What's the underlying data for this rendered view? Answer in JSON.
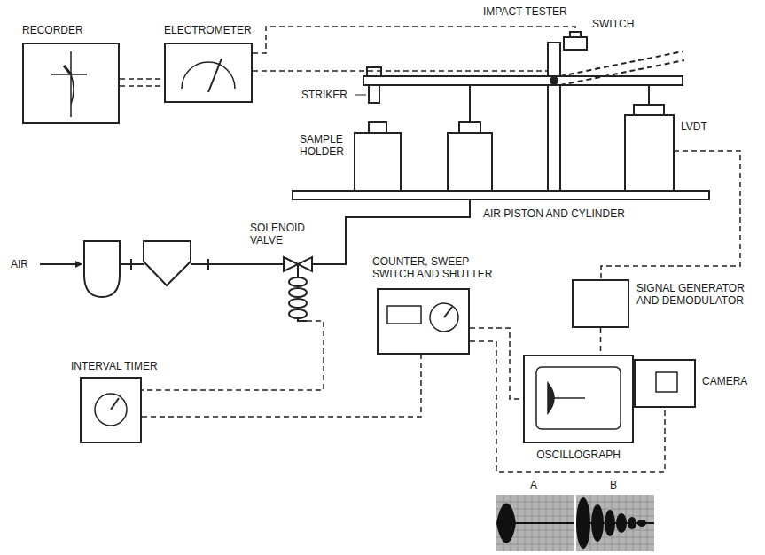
{
  "diagram": {
    "nodes": [
      {
        "text": [
          "RECORDER"
        ]
      },
      {
        "text": [
          "ELECTROMETER"
        ]
      },
      {
        "text": [
          "SIGNAL GENERATOR AND DEMODULATOR"
        ]
      },
      {
        "text": [
          "COUNTER, SWEEP SWITCH AND SHUTTER"
        ]
      },
      {
        "text": [
          "OSCILLOGRAPH"
        ]
      },
      {
        "text": [
          "CAMERA"
        ]
      },
      {
        "text": [
          "INTERVAL TIMER"
        ]
      }
    ],
    "edges": [
      {
        "from": 0,
        "to": 1,
        "arrow": "none"
      },
      {
        "from": 2,
        "to": 4,
        "arrow": "none"
      },
      {
        "from": 6,
        "to": 3,
        "arrow": "none"
      },
      {
        "from": 3,
        "to": 4,
        "arrow": "none"
      },
      {
        "from": 3,
        "to": 5,
        "arrow": "none"
      }
    ],
    "labels": [
      "IMPACT TESTER",
      "SWITCH",
      "STRIKER",
      "SAMPLE HOLDER",
      "LVDT",
      "AIR PISTON AND CYLINDER",
      "AIR",
      "SOLENOID VALVE",
      "A",
      "B"
    ]
  }
}
